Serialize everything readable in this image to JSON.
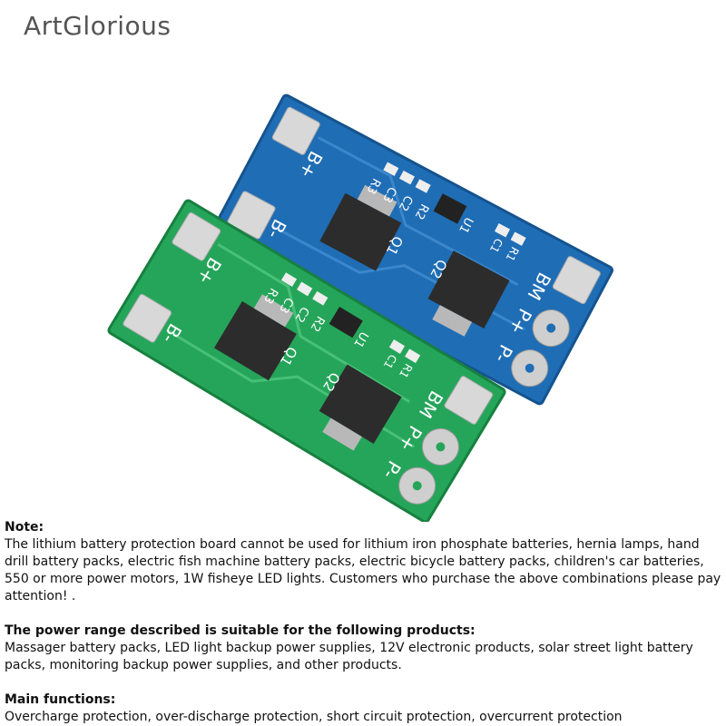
{
  "brand": "ArtGlorious",
  "board_labels": {
    "b_plus": "B+",
    "b_minus": "B-",
    "p_plus": "P+",
    "p_minus": "P-",
    "bm": "BM",
    "q1": "Q1",
    "q2": "Q2",
    "u1": "U1",
    "r3": "R3",
    "c3": "C3",
    "c2": "C2",
    "r2": "R2",
    "c1": "C1",
    "r1": "R1"
  },
  "colors": {
    "blue_pcb": "#1f6db5",
    "green_pcb": "#25a55a",
    "pad_silver": "#d8d8d8"
  },
  "note": {
    "heading": "Note:",
    "body": "The lithium battery protection board cannot be used for lithium iron phosphate batteries, hernia lamps, hand drill battery packs, electric fish machine battery packs, electric bicycle battery packs, children's car batteries, 550 or more power motors, 1W fisheye LED lights. Customers who purchase the above combinations please pay attention! ."
  },
  "power_range": {
    "heading": "The power range described is suitable for the following products:",
    "body": "Massager battery packs, LED light backup power supplies, 12V electronic products, solar street light battery packs, monitoring backup power supplies, and other products."
  },
  "main_functions": {
    "heading": "Main functions:",
    "body": "Overcharge protection, over-discharge protection, short circuit protection, overcurrent protection"
  }
}
